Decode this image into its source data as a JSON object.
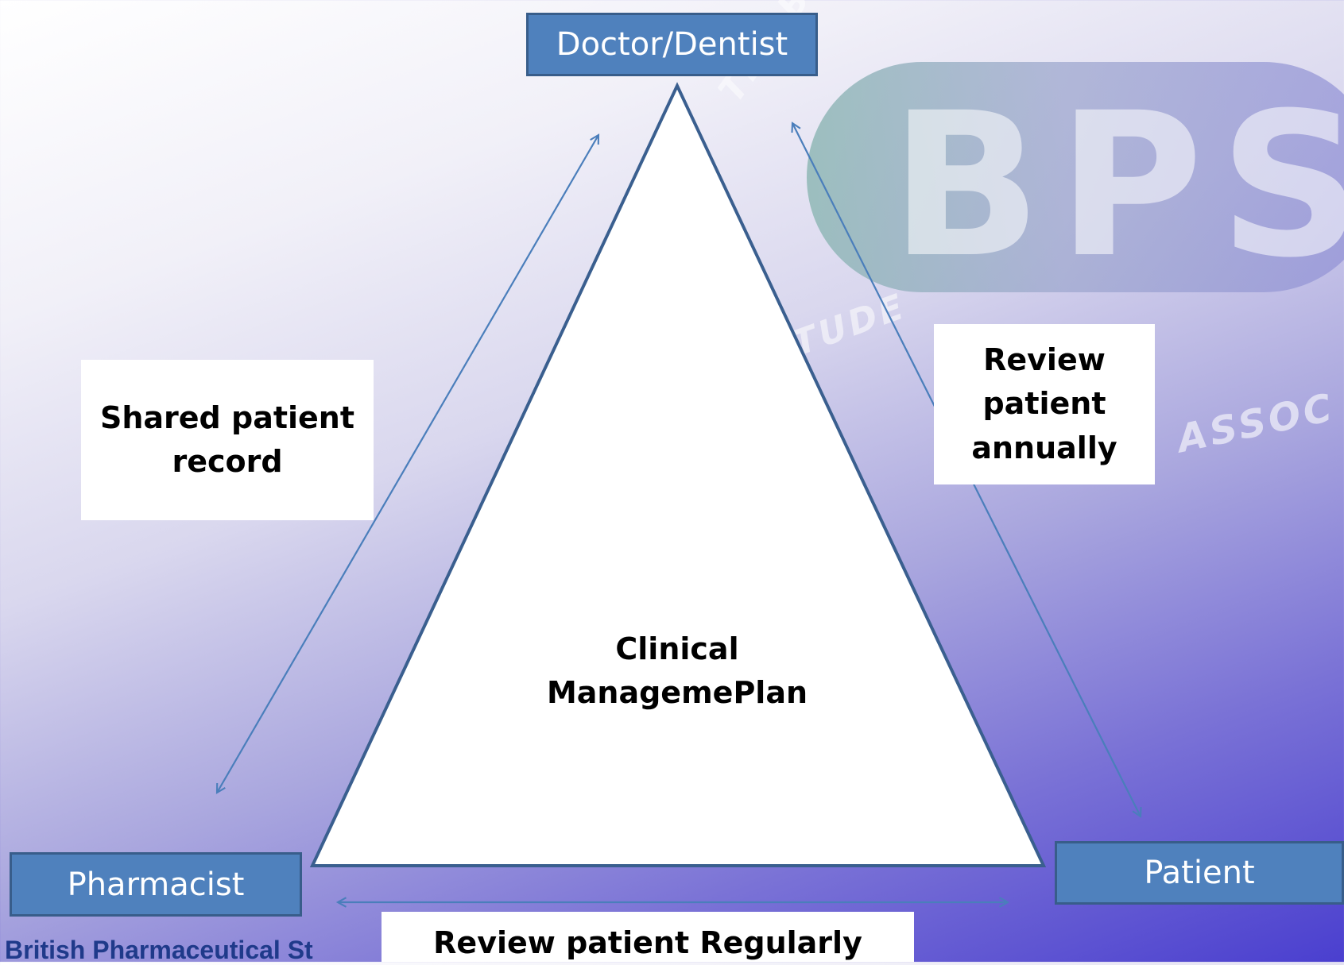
{
  "watermark": {
    "logo_text": "BPSA",
    "arc_text_top": "THE B",
    "arc_text_middle": "STUDE",
    "arc_text_right": "ASSOC"
  },
  "nodes": {
    "top": "Doctor/Dentist",
    "left": "Pharmacist",
    "right": "Patient"
  },
  "center": {
    "label": "Clinical\nManagemePlan"
  },
  "relationships": {
    "left": "Shared patient\nrecord",
    "right": "Review\npatient\nannually",
    "bottom": "Review patient Regularly"
  },
  "footer": {
    "org": "British Pharmaceutical St"
  },
  "colors": {
    "node_fill": "#4f81bd",
    "node_border": "#385d8a",
    "arrow": "#4a7ebb",
    "triangle_stroke": "#3a5f8f"
  }
}
